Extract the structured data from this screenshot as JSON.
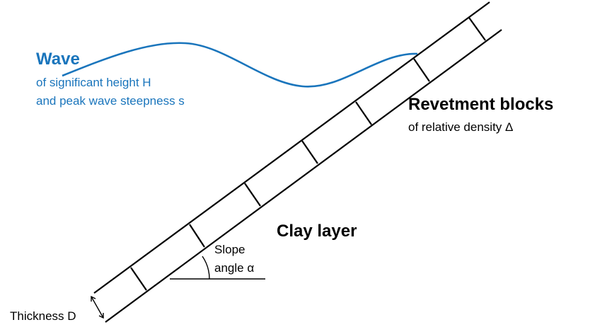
{
  "colors": {
    "wave": "#1a75bc",
    "structure": "#000000",
    "text": "#000000"
  },
  "wave": {
    "title": "Wave",
    "line1": "of significant height H",
    "line2": "and peak wave steepness s"
  },
  "revetment": {
    "title": "Revetment blocks",
    "subtitle": "of relative density Δ"
  },
  "clay": {
    "label": "Clay layer"
  },
  "slope": {
    "line1": "Slope",
    "line2": "angle α"
  },
  "thickness": {
    "label": "Thickness D"
  }
}
